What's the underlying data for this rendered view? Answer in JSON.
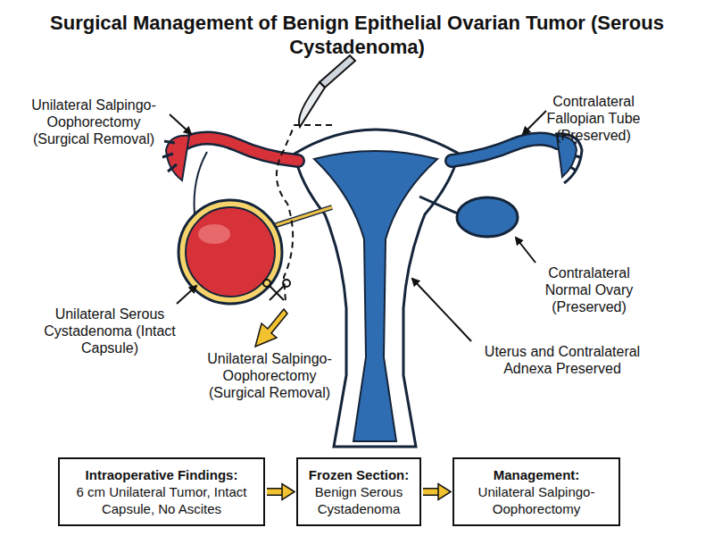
{
  "diagram": {
    "title": "Surgical Management of Benign Epithelial Ovarian Tumor (Serous Cystadenoma)",
    "nodes": [
      {
        "text": [
          "Intraoperative Findings:",
          "6 cm Unilateral Tumor, Intact Capsule, No Ascites"
        ]
      },
      {
        "text": [
          "Frozen Section:",
          "Benign Serous Cystadenoma"
        ]
      },
      {
        "text": [
          "Management:",
          "Unilateral Salpingo-Oophorectomy"
        ]
      }
    ],
    "edges": [
      {
        "from": 0,
        "to": 1,
        "arrow": "to"
      },
      {
        "from": 1,
        "to": 2,
        "arrow": "to"
      }
    ],
    "labels": [
      "Unilateral Salpingo-Oophorectomy (Surgical Removal)",
      "Contralateral Fallopian Tube (Preserved)",
      "Unilateral Serous Cystadenoma (Intact Capsule)",
      "Unilateral Salpingo-Oophorectomy (Surgical Removal)",
      "Contralateral Normal Ovary (Preserved)",
      "Uterus and Contralateral Adnexa Preserved"
    ]
  }
}
